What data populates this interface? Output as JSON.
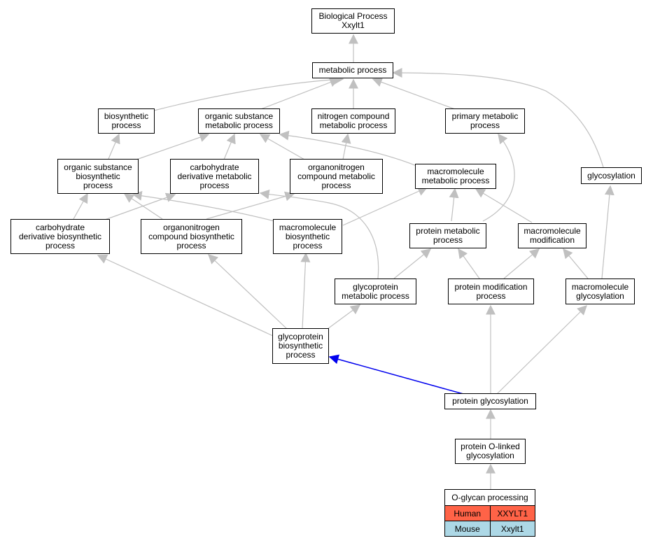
{
  "colors": {
    "edge": "#c0c0c0",
    "highlight_edge": "#0000ee",
    "human": "#ff6347",
    "mouse": "#add8e6"
  },
  "nodes": {
    "root": [
      "Biological Process",
      "Xxylt1"
    ],
    "metabolic": [
      "metabolic process"
    ],
    "biosynthetic": [
      "biosynthetic",
      "process"
    ],
    "org_sub_met": [
      "organic substance",
      "metabolic process"
    ],
    "nitrogen": [
      "nitrogen compound",
      "metabolic process"
    ],
    "primary": [
      "primary metabolic",
      "process"
    ],
    "org_sub_bio": [
      "organic substance",
      "biosynthetic",
      "process"
    ],
    "carb_der_met": [
      "carbohydrate",
      "derivative metabolic",
      "process"
    ],
    "organonit_met": [
      "organonitrogen",
      "compound metabolic",
      "process"
    ],
    "macro_met": [
      "macromolecule",
      "metabolic process"
    ],
    "glycosylation": [
      "glycosylation"
    ],
    "carb_der_bio": [
      "carbohydrate",
      "derivative biosynthetic",
      "process"
    ],
    "organonit_bio": [
      "organonitrogen",
      "compound biosynthetic",
      "process"
    ],
    "macro_bio": [
      "macromolecule",
      "biosynthetic",
      "process"
    ],
    "prot_met": [
      "protein metabolic",
      "process"
    ],
    "macro_mod": [
      "macromolecule",
      "modification"
    ],
    "glycoprot_met": [
      "glycoprotein",
      "metabolic process"
    ],
    "prot_mod": [
      "protein modification",
      "process"
    ],
    "macro_glyc": [
      "macromolecule",
      "glycosylation"
    ],
    "glycoprot_bio": [
      "glycoprotein",
      "biosynthetic",
      "process"
    ],
    "prot_glyc": [
      "protein glycosylation"
    ],
    "prot_olinked": [
      "protein O-linked",
      "glycosylation"
    ]
  },
  "legend": {
    "title": "O-glycan processing",
    "rows": [
      {
        "species": "Human",
        "gene": "XXYLT1",
        "color": "#ff6347"
      },
      {
        "species": "Mouse",
        "gene": "Xxylt1",
        "color": "#add8e6"
      }
    ]
  }
}
